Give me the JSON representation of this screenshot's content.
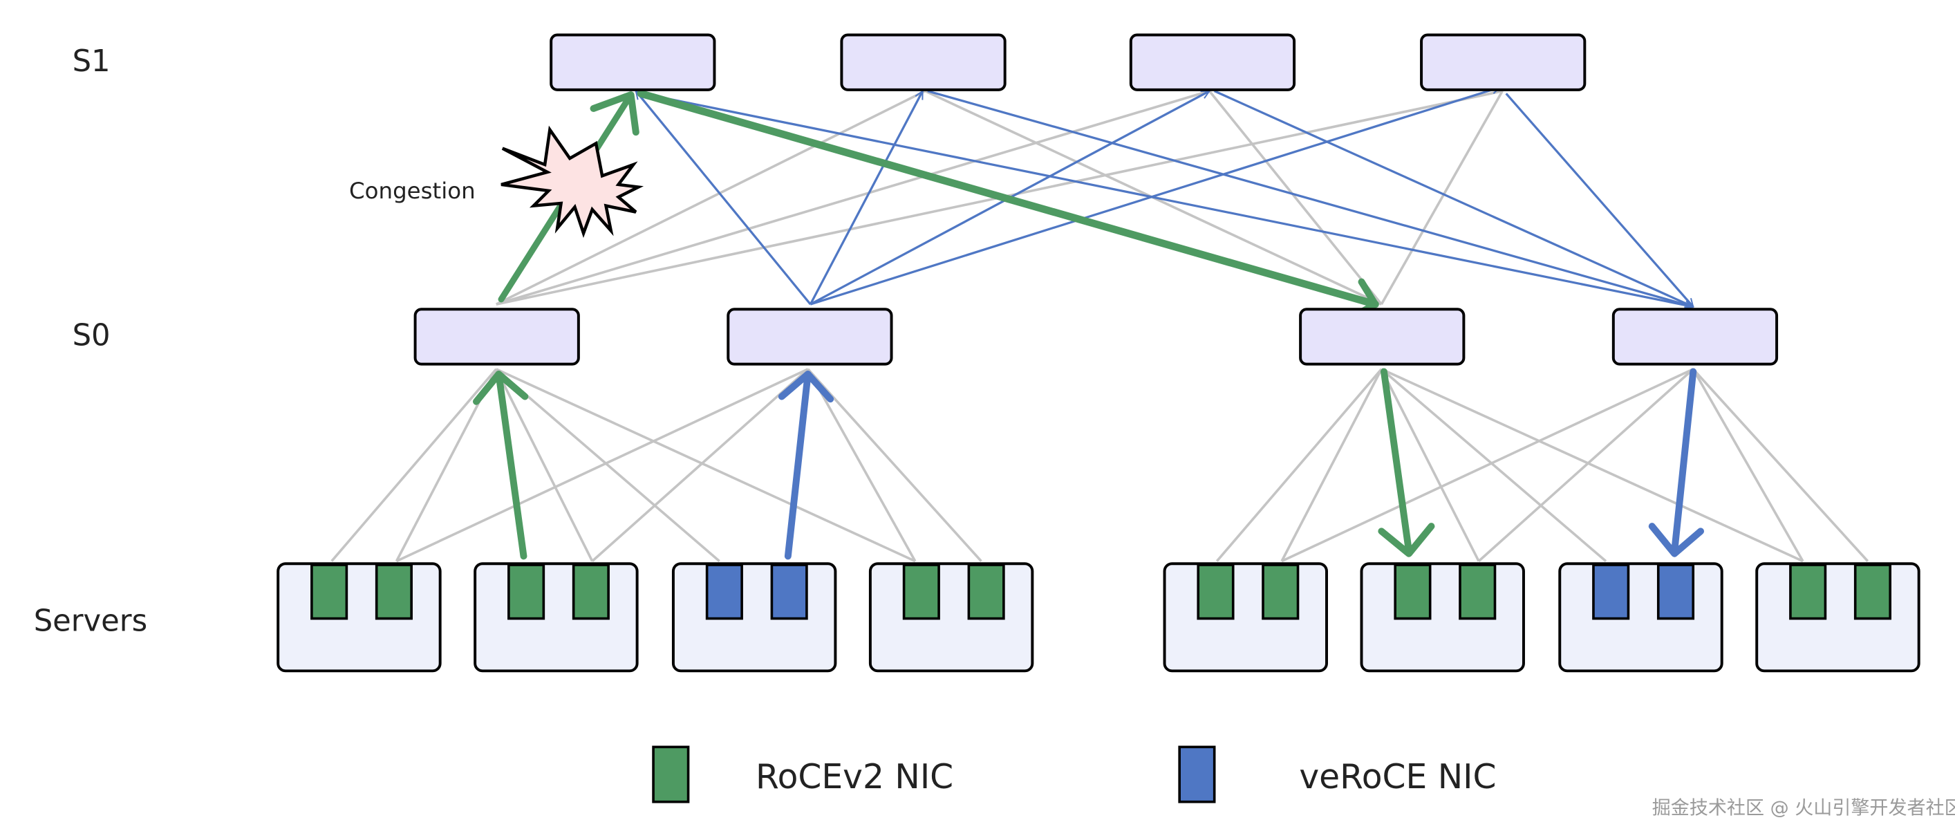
{
  "diagram": {
    "type": "network-topology",
    "tiers": [
      {
        "id": "S1",
        "label": "S1",
        "switch_count": 4
      },
      {
        "id": "S0",
        "label": "S0",
        "switch_count": 4
      },
      {
        "id": "servers",
        "label": "Servers",
        "server_count": 8
      }
    ],
    "servers": [
      {
        "nics": [
          "RoCEv2",
          "RoCEv2"
        ]
      },
      {
        "nics": [
          "RoCEv2",
          "RoCEv2"
        ]
      },
      {
        "nics": [
          "veRoCE",
          "veRoCE"
        ]
      },
      {
        "nics": [
          "RoCEv2",
          "RoCEv2"
        ]
      },
      {
        "nics": [
          "RoCEv2",
          "RoCEv2"
        ]
      },
      {
        "nics": [
          "RoCEv2",
          "RoCEv2"
        ]
      },
      {
        "nics": [
          "veRoCE",
          "veRoCE"
        ]
      },
      {
        "nics": [
          "RoCEv2",
          "RoCEv2"
        ]
      }
    ],
    "congestion_label": "Congestion",
    "legend": [
      {
        "label": "RoCEv2 NIC",
        "color": "#4e9a62"
      },
      {
        "label": "veRoCE NIC",
        "color": "#4f77c4"
      }
    ],
    "colors": {
      "switch_fill": "#e6e3fb",
      "server_fill": "#eef1fb",
      "rocev2": "#4e9a62",
      "veroce": "#4f77c4",
      "idle_link": "#c4c4c4",
      "congestion_fill": "#fde3e3"
    },
    "flows": [
      {
        "protocol": "RoCEv2",
        "path": [
          "server-2 NIC-1",
          "S0-1",
          "S1-1",
          "S0-3",
          "server-6 NIC-1"
        ],
        "congested_hop": "S0-1 -> S1-1"
      },
      {
        "protocol": "veRoCE",
        "path": [
          "server-3 NIC-2",
          "S0-2",
          "S1 (all, sprayed)",
          "S0-4",
          "server-7 NIC-2"
        ]
      }
    ]
  },
  "watermark": "掘金技术社区 @ 火山引擎开发者社区"
}
